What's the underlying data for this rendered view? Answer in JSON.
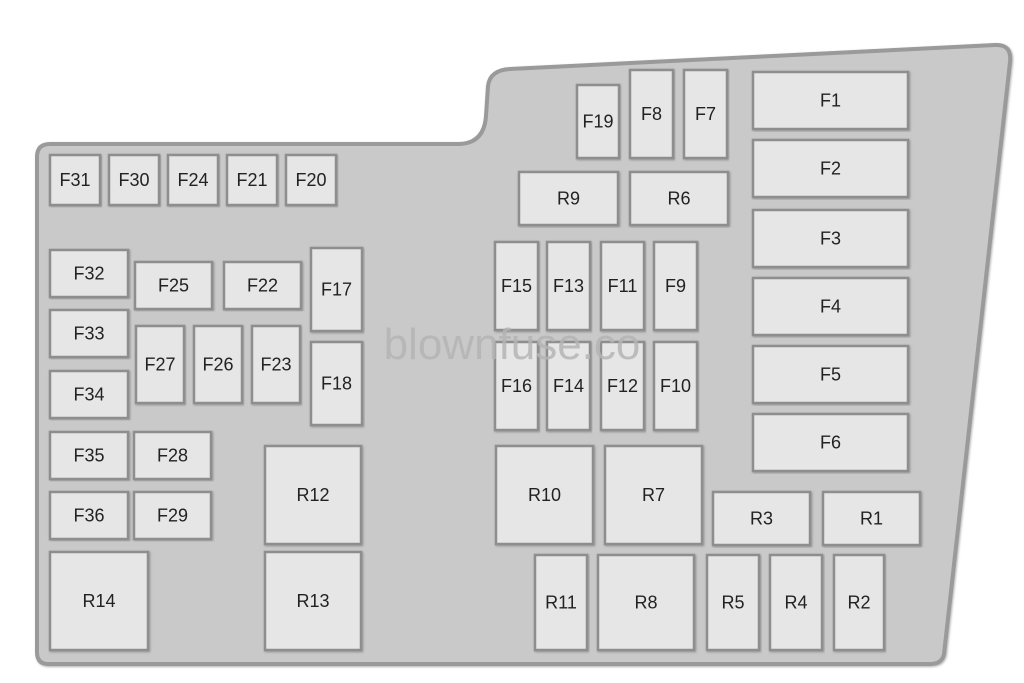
{
  "watermark": "blownfuse.co",
  "colors": {
    "panel_fill": "#c9c9c9",
    "panel_stroke": "#9a9a9a",
    "cell_fill": "#e6e6e6",
    "cell_stroke": "#8e8e8e",
    "label": "#222222"
  },
  "components": [
    {
      "id": "F1",
      "label": "F1"
    },
    {
      "id": "F2",
      "label": "F2"
    },
    {
      "id": "F3",
      "label": "F3"
    },
    {
      "id": "F4",
      "label": "F4"
    },
    {
      "id": "F5",
      "label": "F5"
    },
    {
      "id": "F6",
      "label": "F6"
    },
    {
      "id": "F7",
      "label": "F7"
    },
    {
      "id": "F8",
      "label": "F8"
    },
    {
      "id": "F9",
      "label": "F9"
    },
    {
      "id": "F10",
      "label": "F10"
    },
    {
      "id": "F11",
      "label": "F11"
    },
    {
      "id": "F12",
      "label": "F12"
    },
    {
      "id": "F13",
      "label": "F13"
    },
    {
      "id": "F14",
      "label": "F14"
    },
    {
      "id": "F15",
      "label": "F15"
    },
    {
      "id": "F16",
      "label": "F16"
    },
    {
      "id": "F17",
      "label": "F17"
    },
    {
      "id": "F18",
      "label": "F18"
    },
    {
      "id": "F19",
      "label": "F19"
    },
    {
      "id": "F20",
      "label": "F20"
    },
    {
      "id": "F21",
      "label": "F21"
    },
    {
      "id": "F22",
      "label": "F22"
    },
    {
      "id": "F23",
      "label": "F23"
    },
    {
      "id": "F24",
      "label": "F24"
    },
    {
      "id": "F25",
      "label": "F25"
    },
    {
      "id": "F26",
      "label": "F26"
    },
    {
      "id": "F27",
      "label": "F27"
    },
    {
      "id": "F28",
      "label": "F28"
    },
    {
      "id": "F29",
      "label": "F29"
    },
    {
      "id": "F30",
      "label": "F30"
    },
    {
      "id": "F31",
      "label": "F31"
    },
    {
      "id": "F32",
      "label": "F32"
    },
    {
      "id": "F33",
      "label": "F33"
    },
    {
      "id": "F34",
      "label": "F34"
    },
    {
      "id": "F35",
      "label": "F35"
    },
    {
      "id": "F36",
      "label": "F36"
    },
    {
      "id": "R1",
      "label": "R1"
    },
    {
      "id": "R2",
      "label": "R2"
    },
    {
      "id": "R3",
      "label": "R3"
    },
    {
      "id": "R4",
      "label": "R4"
    },
    {
      "id": "R5",
      "label": "R5"
    },
    {
      "id": "R6",
      "label": "R6"
    },
    {
      "id": "R7",
      "label": "R7"
    },
    {
      "id": "R8",
      "label": "R8"
    },
    {
      "id": "R9",
      "label": "R9"
    },
    {
      "id": "R10",
      "label": "R10"
    },
    {
      "id": "R11",
      "label": "R11"
    },
    {
      "id": "R12",
      "label": "R12"
    },
    {
      "id": "R13",
      "label": "R13"
    },
    {
      "id": "R14",
      "label": "R14"
    }
  ]
}
